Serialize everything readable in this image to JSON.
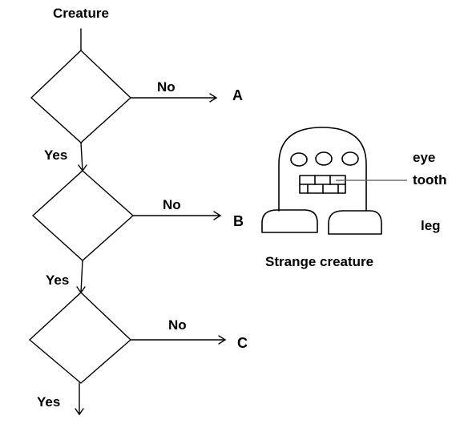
{
  "flowchart": {
    "start_label": "Creature",
    "decisions": [
      {
        "no_label": "No",
        "yes_label": "Yes",
        "outcome": "A"
      },
      {
        "no_label": "No",
        "yes_label": "Yes",
        "outcome": "B"
      },
      {
        "no_label": "No",
        "yes_label": "Yes",
        "outcome": "C"
      }
    ]
  },
  "creature": {
    "caption": "Strange creature",
    "labels": {
      "eye": "eye",
      "tooth": "tooth",
      "leg": "leg"
    }
  },
  "colors": {
    "stroke": "#000000",
    "pointer_line": "#555555",
    "background": "#ffffff"
  }
}
